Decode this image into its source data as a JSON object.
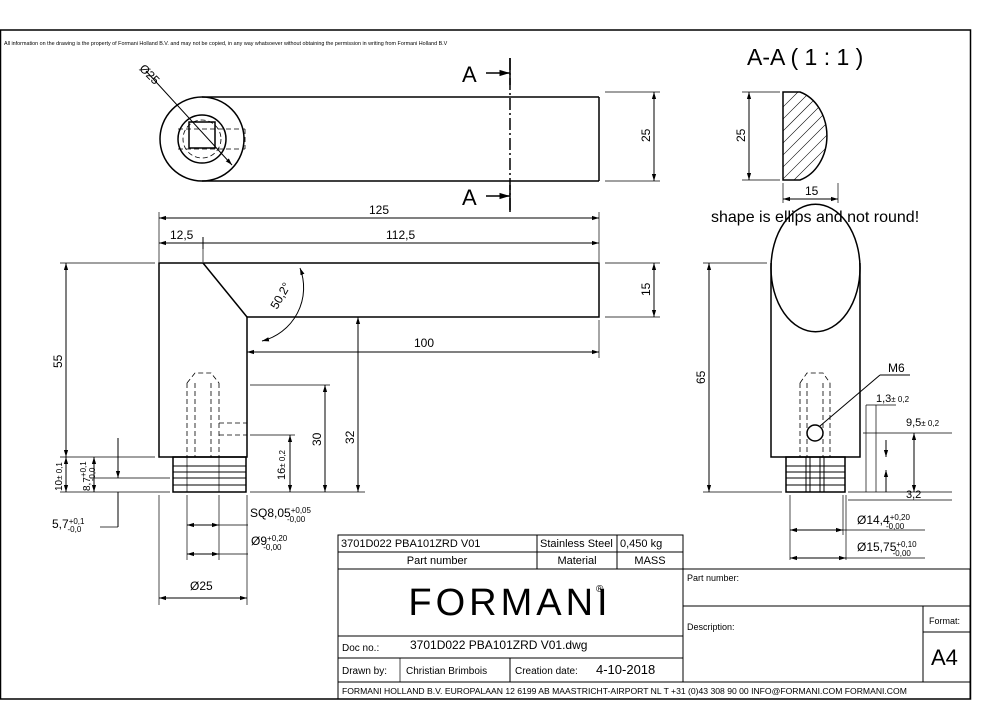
{
  "notice": "All information on the drawing is the property of Formani Holland B.V. and may not be copied, in any way whatsoever without obtaining the permission in writing from Formani Holland B.V",
  "section": {
    "title": "A-A ( 1 : 1 )",
    "marker": "A",
    "note": "shape is ellips and not round!",
    "dim_height": "25",
    "dim_width": "15"
  },
  "top_view": {
    "dia": "Ø25",
    "dim_height": "25"
  },
  "front_view": {
    "dim_overall": "125",
    "dim_left": "12,5",
    "dim_right": "112,5",
    "dim_arm": "100",
    "dim_thick": "15",
    "angle": "50,2°",
    "dim_55": "55",
    "dim_30": "30",
    "dim_32": "32",
    "dim_16": "16",
    "dim_16_tol": "± 0,2",
    "dim_10": "10",
    "dim_10_tol": "± 0,1",
    "dim_87": "8,7",
    "dim_87_tol_up": "+0,1",
    "dim_87_tol_lo": "-0,0",
    "dim_57": "5,7",
    "dim_57_tol_up": "+0,1",
    "dim_57_tol_lo": "-0,0",
    "sq": "SQ8,05",
    "sq_tol_up": "+0,05",
    "sq_tol_lo": "-0,00",
    "d9": "Ø9",
    "d9_tol_up": "+0,20",
    "d9_tol_lo": "-0,00",
    "d25": "Ø25"
  },
  "side_view": {
    "dim_65": "65",
    "m6": "M6",
    "dim_13": "1,3",
    "dim_13_tol": "± 0,2",
    "dim_95": "9,5",
    "dim_95_tol": "± 0,2",
    "dim_32": "3,2",
    "d144": "Ø14,4",
    "d144_tol_up": "+0,20",
    "d144_tol_lo": "-0,00",
    "d1575": "Ø15,75",
    "d1575_tol_up": "+0,10",
    "d1575_tol_lo": "-0,00"
  },
  "part_table": {
    "part_number": "3701D022 PBA101ZRD V01",
    "material": "Stainless Steel",
    "mass": "0,450 kg",
    "h_part": "Part number",
    "h_material": "Material",
    "h_mass": "MASS"
  },
  "title_block": {
    "logo": "FORMANI",
    "registered": "®",
    "doc_label": "Doc no.:",
    "doc_value": "3701D022 PBA101ZRD V01.dwg",
    "drawn_label": "Drawn by:",
    "drawn_value": "Christian Brimbois",
    "created_label": "Creation date:",
    "created_value": "4-10-2018",
    "partnum_label": "Part number:",
    "desc_label": "Description:",
    "format_label": "Format:",
    "format_value": "A4",
    "footer": "FORMANI HOLLAND B.V.  EUROPALAAN 12  6199 AB MAASTRICHT-AIRPORT NL  T +31 (0)43 308 90 00 INFO@FORMANI.COM FORMANI.COM"
  }
}
